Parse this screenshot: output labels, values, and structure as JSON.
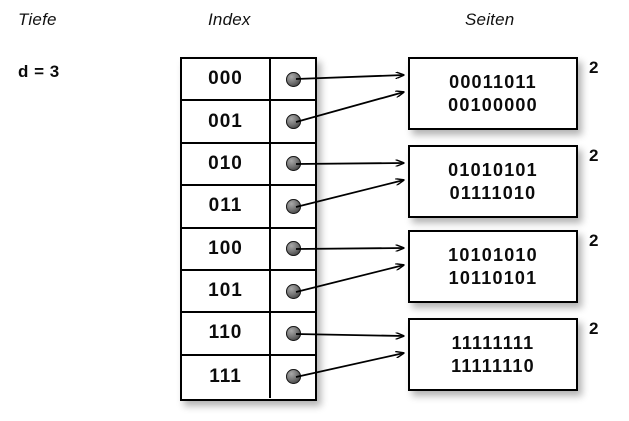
{
  "headers": {
    "depth_label": "Tiefe",
    "index_label": "Index",
    "pages_label": "Seiten"
  },
  "depth": {
    "value_text": "d = 3"
  },
  "directory": {
    "rows": [
      {
        "key": "000",
        "pointer_icon": "filled-circle-pointer",
        "target_page": 0
      },
      {
        "key": "001",
        "pointer_icon": "filled-circle-pointer",
        "target_page": 0
      },
      {
        "key": "010",
        "pointer_icon": "filled-circle-pointer",
        "target_page": 1
      },
      {
        "key": "011",
        "pointer_icon": "filled-circle-pointer",
        "target_page": 1
      },
      {
        "key": "100",
        "pointer_icon": "filled-circle-pointer",
        "target_page": 2
      },
      {
        "key": "101",
        "pointer_icon": "filled-circle-pointer",
        "target_page": 2
      },
      {
        "key": "110",
        "pointer_icon": "filled-circle-pointer",
        "target_page": 3
      },
      {
        "key": "111",
        "pointer_icon": "filled-circle-pointer",
        "target_page": 3
      }
    ]
  },
  "pages": [
    {
      "line1": "00011011",
      "line2": "00100000",
      "local_depth": "2"
    },
    {
      "line1": "01010101",
      "line2": "01111010",
      "local_depth": "2"
    },
    {
      "line1": "10101010",
      "line2": "10110101",
      "local_depth": "2"
    },
    {
      "line1": "11111111",
      "line2": "11111110",
      "local_depth": "2"
    }
  ],
  "colors": {
    "background": "#ffffff",
    "stroke": "#000000",
    "text": "#0b0b0b",
    "pointer_dot": "#4a4a4a"
  }
}
